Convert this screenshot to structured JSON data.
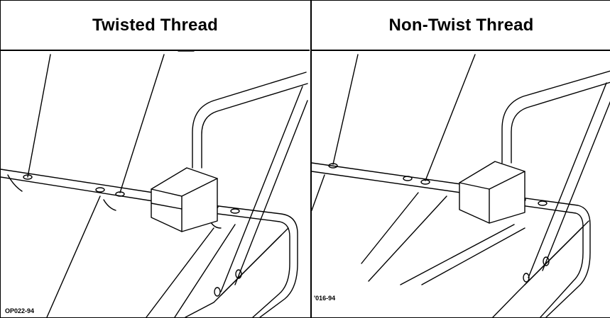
{
  "panels": [
    {
      "title": "Twisted Thread",
      "code": "OP022-94"
    },
    {
      "title": "Non-Twist Thread",
      "code": "'016-94"
    }
  ]
}
